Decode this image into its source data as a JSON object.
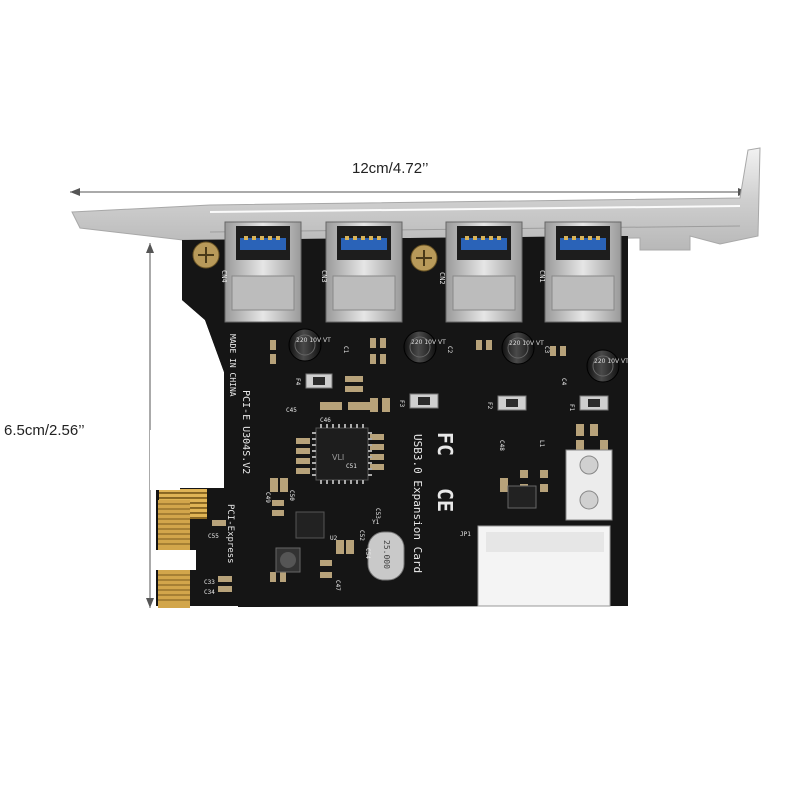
{
  "dimensions": {
    "width_label": "12cm/4.72’’",
    "height_label": "6.5cm/2.56’’"
  },
  "board": {
    "model_text": "PCI-E U304S.V2",
    "made_in_text": "MADE IN CHINA",
    "pci_express_text": "PCI-Express",
    "product_text": "USB3.0 Expansion Card",
    "fc_mark": "FC",
    "ce_mark": "CE",
    "chip_marking": "VLI",
    "crystal_marking": "25.000",
    "capacitor_marking": "220 10V VT",
    "connector_labels": [
      "CN4",
      "CN3",
      "CN2",
      "CN1"
    ],
    "component_labels": [
      "C1",
      "C2",
      "C3",
      "C4",
      "F1",
      "F2",
      "F3",
      "F4",
      "C45",
      "C46",
      "C47",
      "C48",
      "C49",
      "C50",
      "C51",
      "C52",
      "C53",
      "C54",
      "C55",
      "C33",
      "C34",
      "Y1",
      "JP1",
      "L1",
      "U2"
    ]
  },
  "colors": {
    "pcb": "#141414",
    "bracket": "#d8d8d8",
    "usb_blue": "#2a63b8",
    "gold": "#d4a84a"
  }
}
